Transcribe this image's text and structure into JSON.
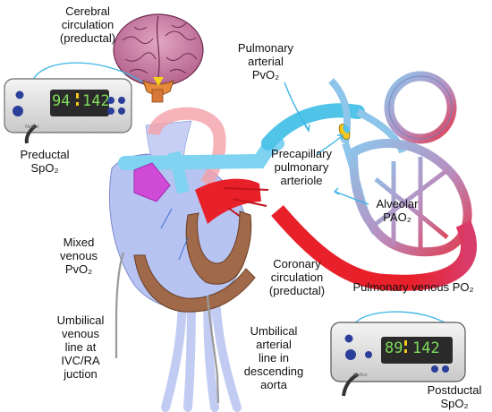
{
  "labels": {
    "cerebral": [
      "Cerebral",
      "circulation",
      "(preductal)"
    ],
    "pulm_arterial": [
      "Pulmonary",
      "arterial",
      "PvO₂"
    ],
    "preductal_spo2": [
      "Preductal",
      "SpO₂"
    ],
    "precapillary": [
      "Precapillary",
      "pulmonary",
      "arteriole"
    ],
    "alveolar": [
      "Alveolar",
      "PAO₂"
    ],
    "mixed_venous": [
      "Mixed",
      "venous",
      "PvO₂"
    ],
    "coronary": [
      "Coronary",
      "circulation",
      "(preductal)"
    ],
    "pulm_venous": "Pulmonary venous PO₂",
    "umbilical_venous": [
      "Umbilical",
      "venous",
      "line at",
      "IVC/RA",
      "juction"
    ],
    "umbilical_arterial": [
      "Umbilical",
      "arterial",
      "line in",
      "descending",
      "aorta"
    ],
    "postductal_spo2": [
      "Postductal",
      "SpO₂"
    ]
  },
  "monitors": {
    "preductal": {
      "spo2": "94",
      "rate": "142",
      "brand": "Nellcor"
    },
    "postductal": {
      "spo2": "89",
      "rate": "142",
      "brand": "Nellcor"
    }
  },
  "colors": {
    "deoxygenated": "#4fc3e8",
    "venous_purple": "#b7c3f0",
    "oxygenated": "#e8202a",
    "brain": "#c77aa2",
    "myocardium": "#a0694a",
    "monitor_display": "#2a2a2a",
    "monitor_digits": "#7fdc5a"
  }
}
